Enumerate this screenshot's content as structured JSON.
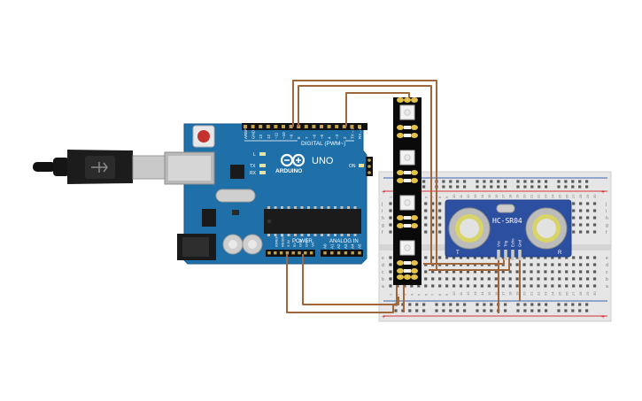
{
  "arduino": {
    "brand_label": "ARDUINO",
    "model_label": "UNO",
    "digital_header_label": "DIGITAL (PWM~)",
    "power_header_label": "POWER",
    "analog_header_label": "ANALOG IN",
    "led_l_label": "L",
    "led_tx_label": "TX",
    "led_rx_label": "RX",
    "led_on_label": "ON",
    "digital_pin_labels": [
      "AREF",
      "GND",
      "13",
      "12",
      "~11",
      "~10",
      "~9",
      "8",
      "7",
      "~6",
      "~5",
      "4",
      "~3",
      "2",
      "TX→1",
      "RX←0"
    ],
    "power_pin_labels": [
      "IOREF",
      "RESET",
      "3.3V",
      "5V",
      "GND",
      "GND",
      "Vin"
    ],
    "analog_pin_labels": [
      "A0",
      "A1",
      "A2",
      "A3",
      "A4",
      "A5"
    ]
  },
  "sensor": {
    "model_label": "HC-SR04",
    "pin_labels": [
      "Vcc",
      "Trig",
      "Echo",
      "Gnd"
    ],
    "t_label": "T",
    "r_label": "R"
  },
  "breadboard": {
    "row_labels_top": [
      "j",
      "i",
      "h",
      "g",
      "f"
    ],
    "row_labels_bottom": [
      "e",
      "d",
      "c",
      "b",
      "a"
    ],
    "column_numbers": [
      "1",
      "2",
      "3",
      "4",
      "5",
      "6",
      "7",
      "8",
      "9",
      "10",
      "11",
      "12",
      "13",
      "14",
      "15",
      "16",
      "17",
      "18",
      "19",
      "20",
      "21",
      "22",
      "23",
      "24",
      "25",
      "26",
      "27",
      "28",
      "29",
      "30"
    ],
    "plus_label": "+",
    "minus_label": "-"
  },
  "led_strip": {
    "pixel_count": 4
  },
  "colors": {
    "arduino_board": "#1f6fa8",
    "wire": "#a0673c",
    "breadboard_body": "#e6e6e6",
    "rail_red": "#d8323c",
    "rail_blue": "#3b66b3",
    "sensor_board": "#2d4fa0",
    "led_strip": "#0a0a0a"
  }
}
